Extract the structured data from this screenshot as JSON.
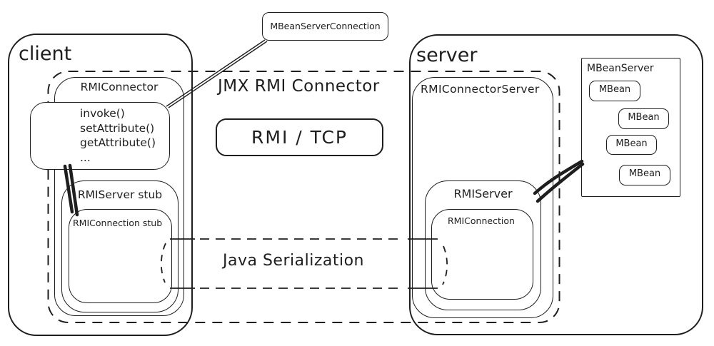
{
  "client": {
    "label": "client",
    "rmi_connector_label": "RMIConnector",
    "methods": [
      "invoke()",
      "setAttribute()",
      "getAttribute()",
      "..."
    ],
    "rmi_server_stub_label": "RMIServer stub",
    "rmi_connection_stub_label": "RMIConnection stub"
  },
  "server": {
    "label": "server",
    "rmi_connector_server_label": "RMIConnectorServer",
    "rmi_server_label": "RMIServer",
    "rmi_connection_label": "RMIConnection",
    "mbean_server": {
      "label": "MBeanServer",
      "mbeans": [
        "MBean",
        "MBean",
        "MBean",
        "MBean"
      ]
    }
  },
  "connections": {
    "mbean_server_connection_label": "MBeanServerConnection",
    "jmx_rmi_connector_label": "JMX RMI Connector",
    "rmi_tcp_label": "RMI / TCP",
    "java_serialization_label": "Java Serialization"
  },
  "colors": {
    "ink": "#1e1e1e",
    "background": "#ffffff"
  }
}
